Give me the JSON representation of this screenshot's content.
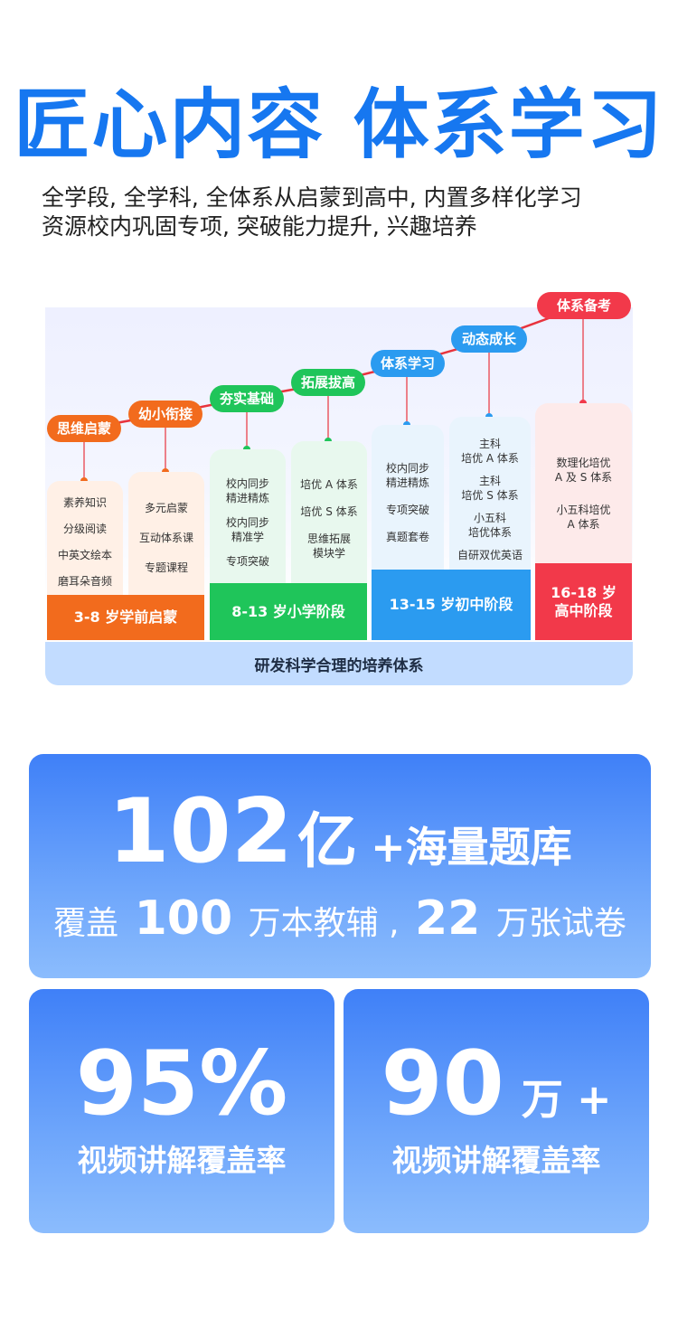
{
  "hero": {
    "title": "匠心内容 体系学习",
    "subtitle_line1": "全学段, 全学科, 全体系从启蒙到高中, 内置多样化学习",
    "subtitle_line2": "资源校内巩固专项, 突破能力提升, 兴趣培养"
  },
  "colors": {
    "brand_blue": "#1677f0",
    "orange": "#f26b1d",
    "green": "#1fc55a",
    "sky": "#2b9bf0",
    "red": "#f2394a"
  },
  "diagram": {
    "pills": [
      "思维启蒙",
      "幼小衔接",
      "夯实基础",
      "拓展拔高",
      "体系学习",
      "动态成长",
      "体系备考"
    ],
    "cards": [
      [
        "素养知识",
        "分级阅读",
        "中英文绘本",
        "磨耳朵音频"
      ],
      [
        "多元启蒙",
        "互动体系课",
        "专题课程"
      ],
      [
        "校内同步\n精进精炼",
        "校内同步\n精准学",
        "专项突破"
      ],
      [
        "培优 A 体系",
        "培优 S 体系",
        "思维拓展\n模块学"
      ],
      [
        "校内同步\n精进精炼",
        "专项突破",
        "真题套卷"
      ],
      [
        "主科\n培优 A 体系",
        "主科\n培优 S 体系",
        "小五科\n培优体系",
        "自研双优英语"
      ],
      [
        "数理化培优\nA 及 S 体系",
        "小五科培优\nA 体系"
      ]
    ],
    "stages": [
      "3-8 岁学前启蒙",
      "8-13 岁小学阶段",
      "13-15 岁初中阶段",
      "16-18 岁\n高中阶段"
    ],
    "footer": "研发科学合理的培养体系"
  },
  "stats": {
    "main": {
      "number": "102",
      "unit": "亿",
      "suffix": "+海量题库",
      "cover_prefix": "覆盖",
      "books": "100",
      "books_unit": "万本教辅",
      "sep": ",",
      "papers": "22",
      "papers_unit": "万张试卷"
    },
    "left": {
      "number": "95%",
      "label": "视频讲解覆盖率"
    },
    "right": {
      "number": "90",
      "unit": "万",
      "plus": "+",
      "label": "视频讲解覆盖率"
    }
  }
}
